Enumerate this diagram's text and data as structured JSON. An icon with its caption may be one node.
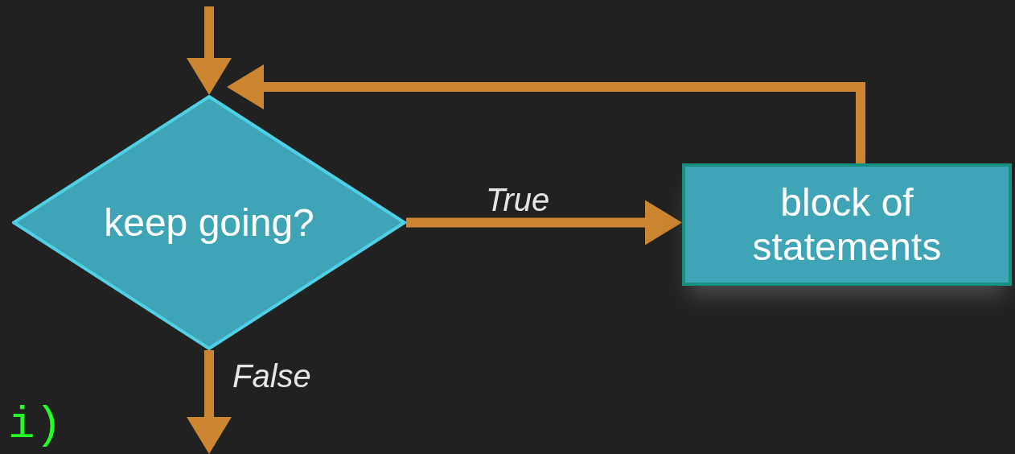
{
  "diagram": {
    "nodes": [
      {
        "text": [
          "keep going?"
        ]
      },
      {
        "text": [
          "block of statements"
        ]
      }
    ],
    "edges": [
      {
        "from": null,
        "to": 0,
        "arrow": "to"
      },
      {
        "from": 0,
        "to": 1,
        "arrow": "to",
        "label": "True"
      },
      {
        "from": 1,
        "to": 0,
        "arrow": "to"
      },
      {
        "from": 0,
        "to": null,
        "arrow": "to",
        "label": "False"
      }
    ],
    "labels": [
      "i)"
    ]
  }
}
